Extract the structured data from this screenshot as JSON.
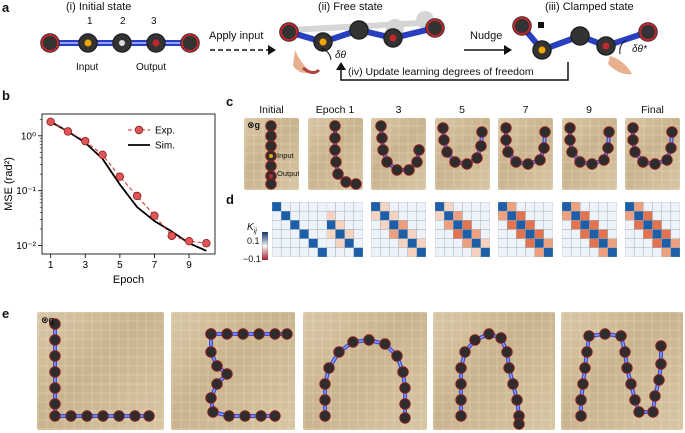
{
  "panels": {
    "a": {
      "letter": "a",
      "states": [
        "(i) Initial state",
        "(ii) Free state",
        "(iii) Clamped state"
      ],
      "node_numbers": [
        "1",
        "2",
        "3"
      ],
      "input_label": "Input",
      "output_label": "Output",
      "arrow1": "Apply input",
      "arrow2": "Nudge",
      "angle_free": "δθ",
      "angle_clamped": "δθ*",
      "update": "(iv) Update learning degrees of freedom"
    },
    "b": {
      "letter": "b"
    },
    "c": {
      "letter": "c",
      "headers": [
        "Initial",
        "Epoch 1",
        "3",
        "5",
        "7",
        "9",
        "Final"
      ],
      "gravity": "⊗g",
      "input": "Input",
      "output": "Output"
    },
    "d": {
      "letter": "d",
      "klabel": "K",
      "ksub": "ij",
      "cbar_top": "0.1",
      "cbar_bottom": "−0.1"
    },
    "e": {
      "letter": "e",
      "gravity": "⊗g"
    }
  },
  "chart_data": {
    "type": "line",
    "xlabel": "Epoch",
    "ylabel": "MSE (rad²)",
    "yscale": "log",
    "xlim": [
      0.5,
      10.5
    ],
    "ylim": [
      0.007,
      2.5
    ],
    "xticks": [
      1,
      3,
      5,
      7,
      9
    ],
    "yticks": [
      {
        "value": 1,
        "label": "10⁰"
      },
      {
        "value": 0.1,
        "label": "10⁻¹"
      },
      {
        "value": 0.01,
        "label": "10⁻²"
      }
    ],
    "legend_position": "top-right",
    "series": [
      {
        "name": "Exp.",
        "style": "dashed-marker",
        "color": "#d62728",
        "x": [
          1,
          2,
          3,
          4,
          5,
          6,
          7,
          8,
          9,
          10
        ],
        "y": [
          1.8,
          1.2,
          0.8,
          0.45,
          0.18,
          0.08,
          0.035,
          0.015,
          0.012,
          0.011
        ]
      },
      {
        "name": "Sim.",
        "style": "solid",
        "color": "#000000",
        "x": [
          1,
          2,
          3,
          4,
          5,
          6,
          7,
          8,
          9,
          10
        ],
        "y": [
          1.8,
          1.2,
          0.75,
          0.38,
          0.13,
          0.05,
          0.028,
          0.018,
          0.011,
          0.008
        ]
      }
    ]
  }
}
